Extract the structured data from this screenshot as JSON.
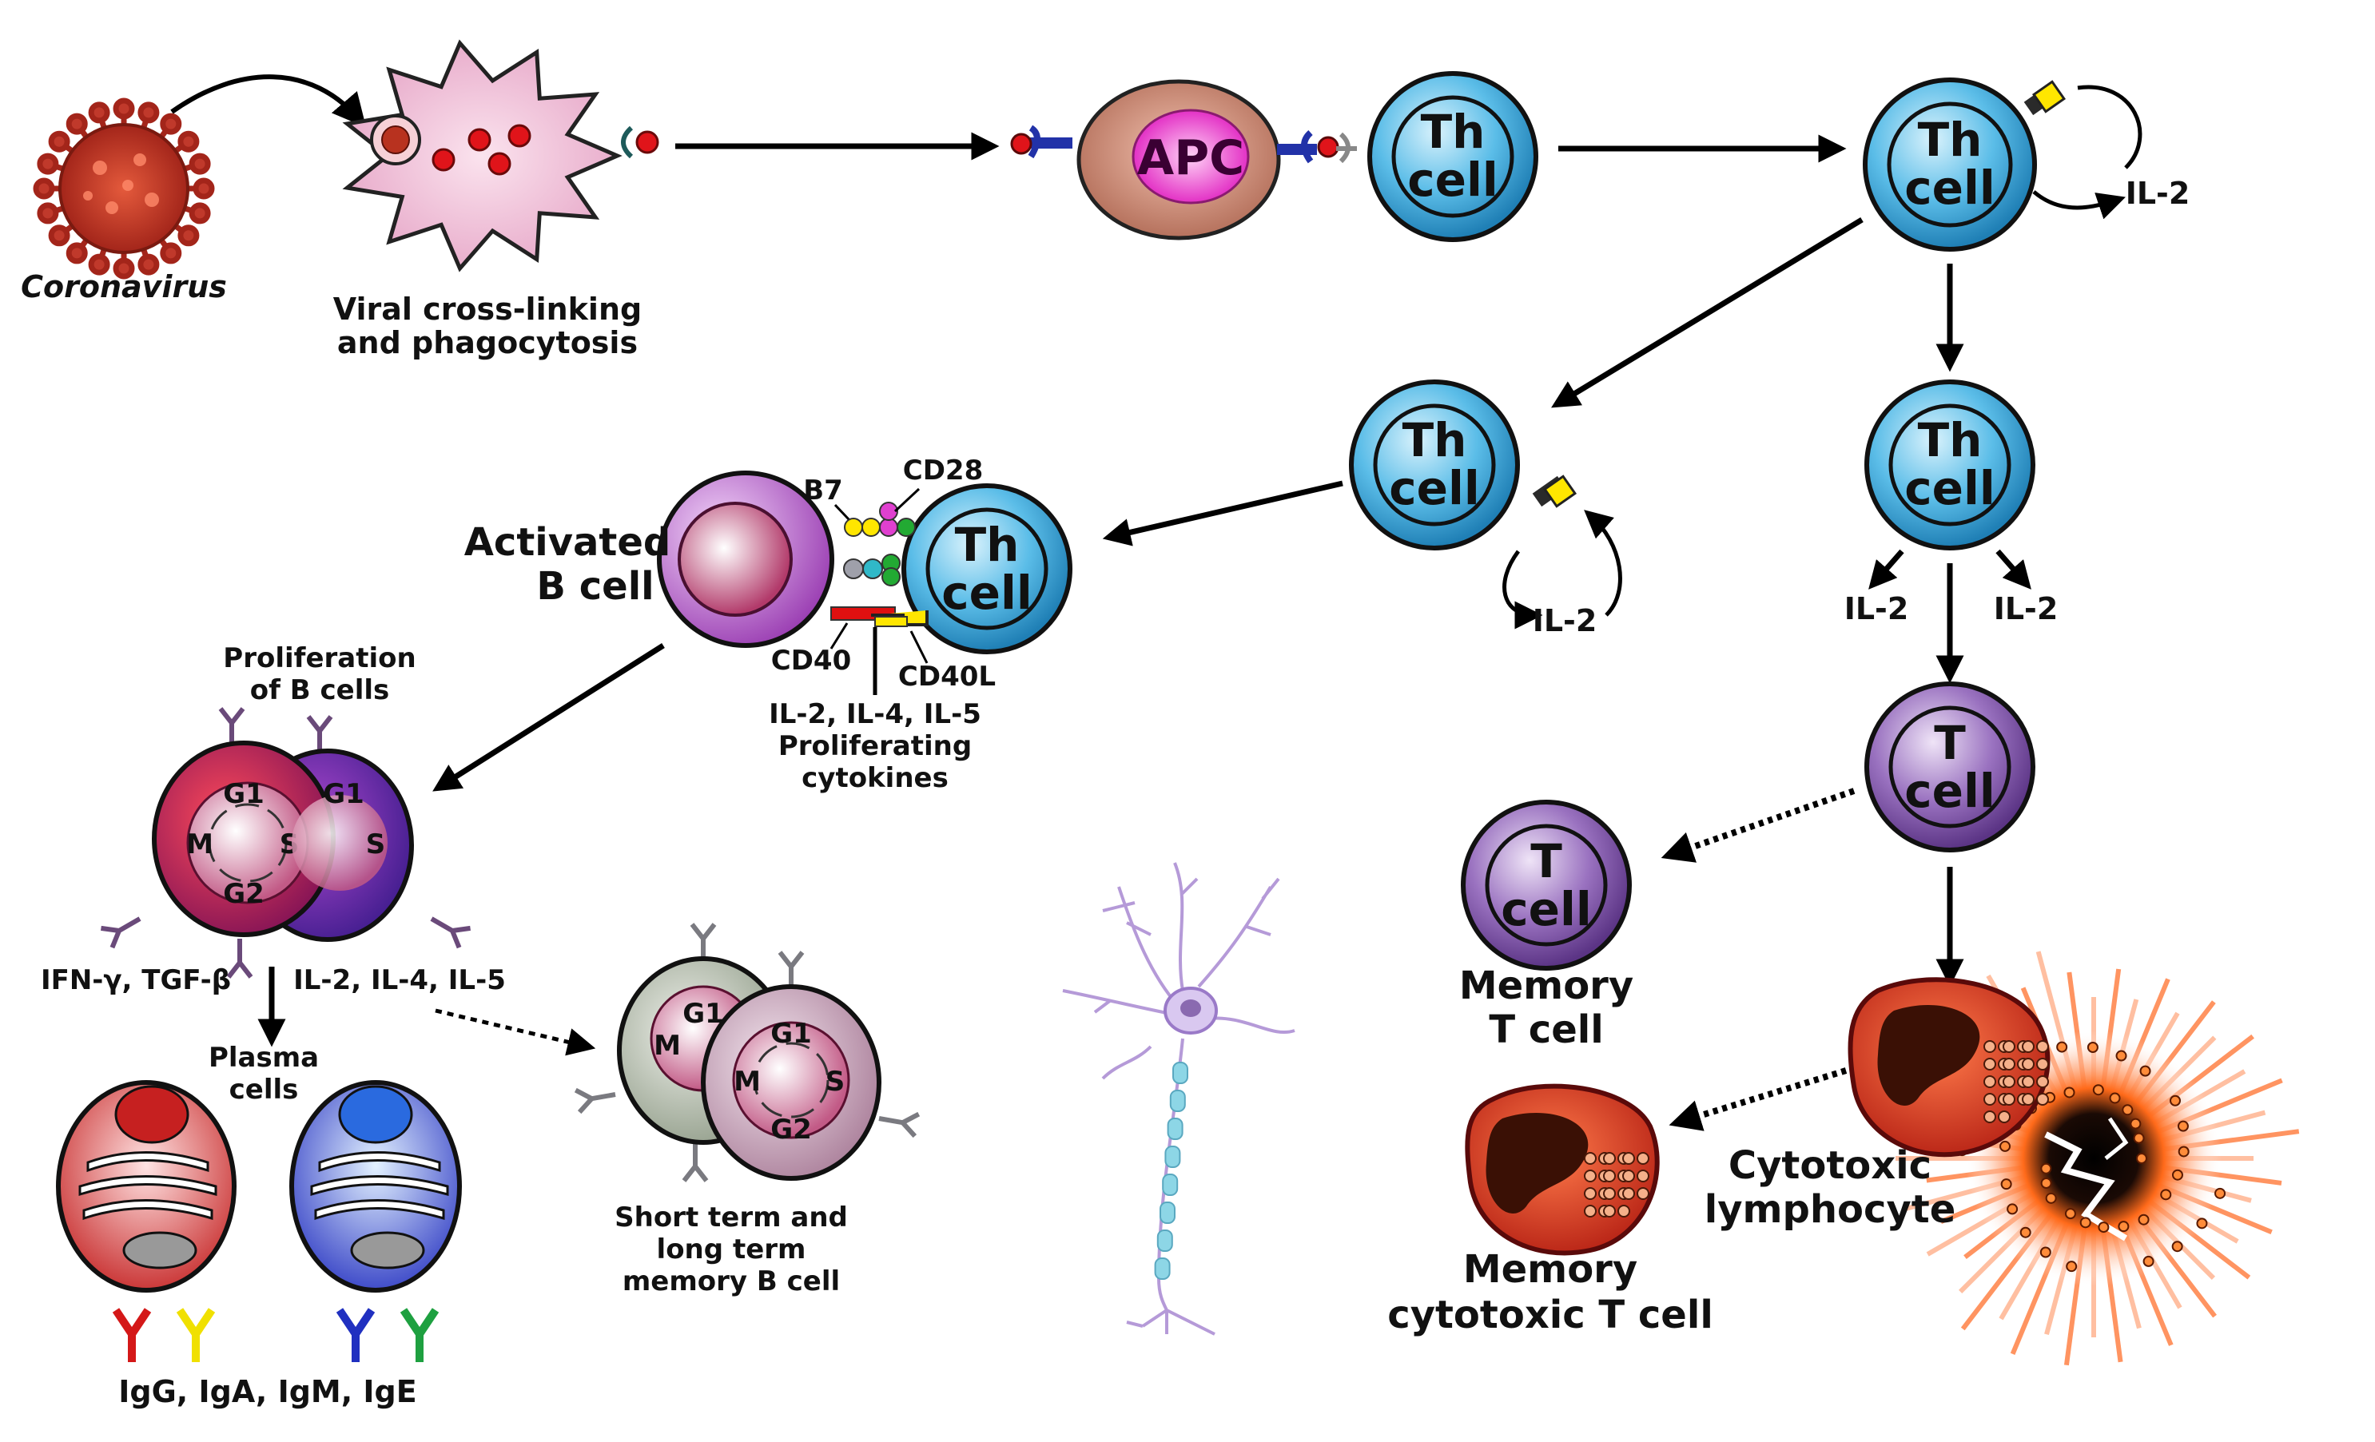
{
  "labels": {
    "coronavirus": "Coronavirus",
    "viral_crosslinking_1": "Viral cross-linking",
    "viral_crosslinking_2": "and phagocytosis",
    "apc": "APC",
    "th": "Th",
    "cell": "cell",
    "t": "T",
    "il2": "IL-2",
    "activated_b_1": "Activated",
    "activated_b_2": "B cell",
    "b7": "B7",
    "cd28": "CD28",
    "cd40": "CD40",
    "cd40l": "CD40L",
    "cytokines_1": "IL-2, IL-4, IL-5",
    "cytokines_2": "Proliferating",
    "cytokines_3": "cytokines",
    "proliferation_1": "Proliferation",
    "proliferation_2": "of B cells",
    "ifn_tgf": "IFN-γ, TGF-β",
    "il_245": "IL-2, IL-4, IL-5",
    "plasma_1": "Plasma",
    "plasma_2": "cells",
    "igs": "IgG, IgA, IgM, IgE",
    "memory_b_1": "Short term and",
    "memory_b_2": "long term",
    "memory_b_3": "memory B cell",
    "memory_t_1": "Memory",
    "memory_t_2": "T cell",
    "cytotoxic_1": "Cytotoxic",
    "cytotoxic_2": "lymphocyte",
    "memory_ctl_1": "Memory",
    "memory_ctl_2": "cytotoxic T cell",
    "cycle_g1": "G1",
    "cycle_s": "S",
    "cycle_g2": "G2",
    "cycle_m": "M"
  },
  "colors": {
    "th_cell": "#5bbde8",
    "t_cell": "#8a5cb0",
    "virus": "#c0392b",
    "apc": "#c88a78",
    "b_cell": "#b45fc8",
    "plasma_red": "#d93025",
    "plasma_blue": "#2b3fc9",
    "ctl": "#d9331f"
  }
}
